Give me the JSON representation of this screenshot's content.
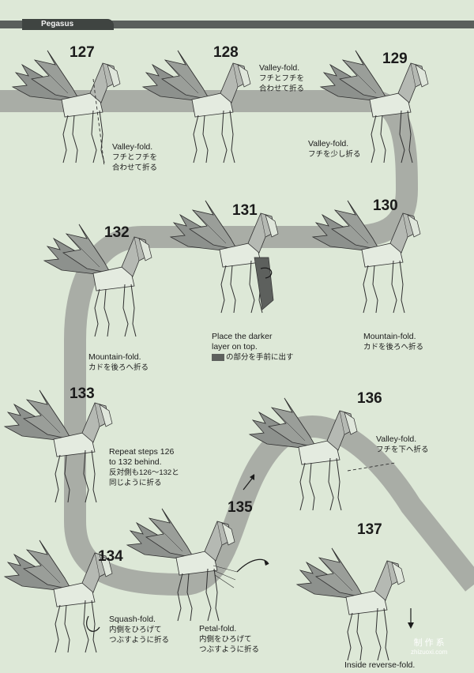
{
  "header": {
    "title": "Pegasus"
  },
  "steps": [
    {
      "number": "127",
      "text": [
        "Valley-fold.",
        "フチとフチを",
        "合わせて折る"
      ]
    },
    {
      "number": "128",
      "text": [
        "Valley-fold.",
        "フチとフチを",
        "合わせて折る"
      ]
    },
    {
      "number": "129",
      "text": [
        "Valley-fold.",
        "フチを少し折る"
      ]
    },
    {
      "number": "130",
      "text": [
        "Mountain-fold.",
        "カドを後ろへ折る"
      ]
    },
    {
      "number": "131",
      "text": [
        "Place the darker",
        "layer on top.",
        "の部分を手前に出す"
      ]
    },
    {
      "number": "132",
      "text": [
        "Mountain-fold.",
        "カドを後ろへ折る"
      ]
    },
    {
      "number": "133",
      "text": [
        "Repeat steps 126",
        "to 132 behind.",
        "反対側も126～132と",
        "同じように折る"
      ]
    },
    {
      "number": "134",
      "text": [
        "Squash-fold.",
        "内側をひろげて",
        "つぶすように折る"
      ]
    },
    {
      "number": "135",
      "text": [
        "Petal-fold.",
        "内側をひろげて",
        "つぶすように折る"
      ]
    },
    {
      "number": "136",
      "text": [
        "Valley-fold.",
        "フチを下へ折る"
      ]
    },
    {
      "number": "137",
      "text": [
        "Inside reverse-fold."
      ]
    }
  ],
  "watermark": {
    "line1": "制 作 系",
    "line2": "zhizuoxi.com"
  },
  "colors": {
    "background": "#dde8d7",
    "path": "#a9ada6",
    "paper": "#8d918d",
    "dark": "#5d605d"
  }
}
